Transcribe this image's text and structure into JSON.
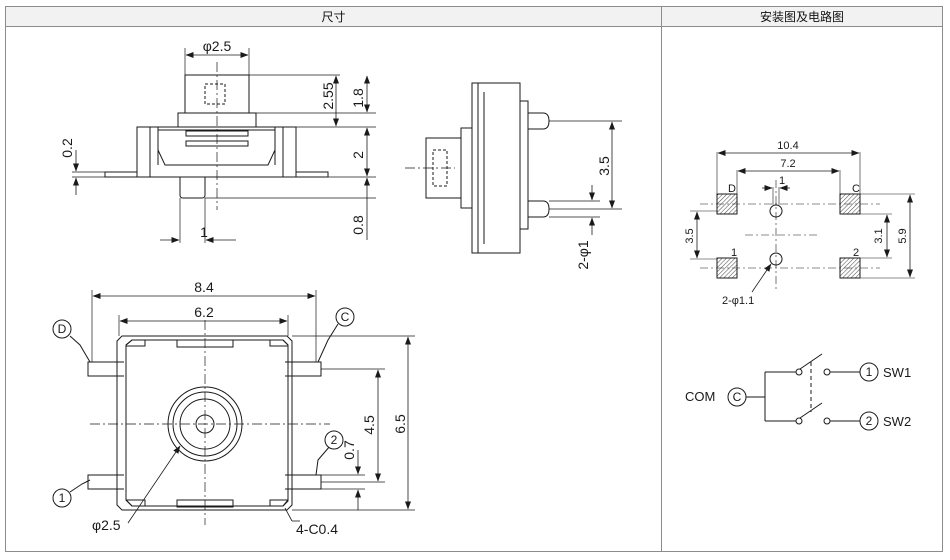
{
  "headers": {
    "dimensions": "尺寸",
    "mounting": "安装图及电路图"
  },
  "side_view": {
    "d_cap": "φ2.5",
    "d_h1": "2.55",
    "d_h2": "1.8",
    "d_body": "2",
    "d_leg": "0.8",
    "d_post": "0.2",
    "d_width": "1"
  },
  "end_view": {
    "d_pitch": "3.5",
    "d_post": "2-φ1"
  },
  "top_view": {
    "d_total": "8.4",
    "d_inner": "6.2",
    "d_height": "6.5",
    "d_pin_pitch": "4.5",
    "d_pin_w": "0.7",
    "d_cap": "φ2.5",
    "d_chamfer": "4-C0.4",
    "labels": {
      "D": "D",
      "C": "C",
      "one": "1",
      "two": "2"
    }
  },
  "footprint": {
    "d_total": "10.4",
    "d_inner": "7.2",
    "d_hole_pitch": "1",
    "d_left": "3.5",
    "d_mid": "3.1",
    "d_right": "5.9",
    "d_hole": "2-φ1.1",
    "pads": {
      "D": "D",
      "C": "C",
      "one": "1",
      "two": "2"
    }
  },
  "circuit": {
    "com": "COM",
    "com_mark": "C",
    "sw1": "SW1",
    "sw2": "SW2",
    "mark1": "1",
    "mark2": "2"
  },
  "colors": {
    "line": "#1a1a1a",
    "hatch": "#555555",
    "header_bg": "#f2f2f2",
    "border": "#8c8c8c"
  }
}
